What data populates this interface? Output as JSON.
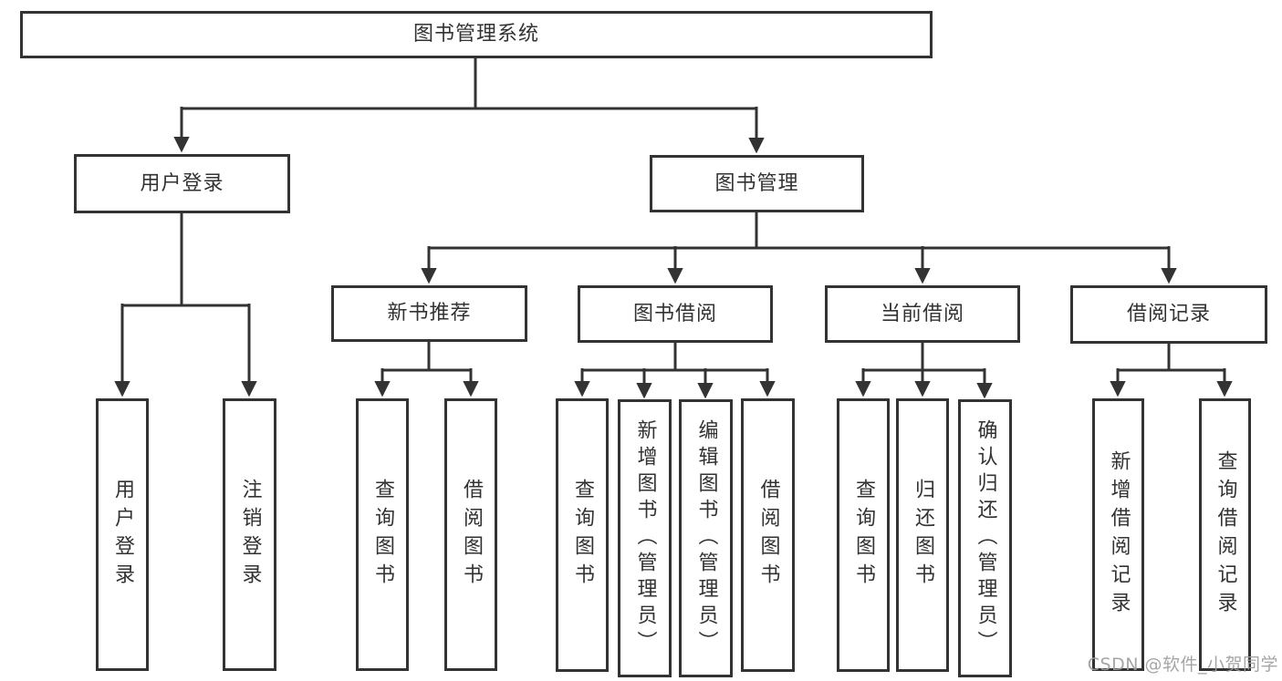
{
  "tree": {
    "root": {
      "label": "图书管理系统"
    },
    "branches": [
      {
        "label": "用户登录",
        "children": [
          {
            "label": "用户登录"
          },
          {
            "label": "注销登录"
          }
        ]
      },
      {
        "label": "图书管理",
        "children": [
          {
            "label": "新书推荐",
            "children": [
              {
                "label": "查询图书"
              },
              {
                "label": "借阅图书"
              }
            ]
          },
          {
            "label": "图书借阅",
            "children": [
              {
                "label": "查询图书"
              },
              {
                "label": "新增图书（管理员）"
              },
              {
                "label": "编辑图书（管理员）"
              },
              {
                "label": "借阅图书"
              }
            ]
          },
          {
            "label": "当前借阅",
            "children": [
              {
                "label": "查询图书"
              },
              {
                "label": "归还图书"
              },
              {
                "label": "确认归还（管理员）"
              }
            ]
          },
          {
            "label": "借阅记录",
            "children": [
              {
                "label": "新增借阅记录"
              },
              {
                "label": "查询借阅记录"
              }
            ]
          }
        ]
      }
    ]
  },
  "watermark": {
    "text": "CSDN @软件_小贺同学",
    "color": "#9e9e9e"
  },
  "colors": {
    "line": "#333333",
    "box_border": "#333333",
    "box_background": "#ffffff",
    "text": "#323232",
    "page_background": "#ffffff"
  }
}
